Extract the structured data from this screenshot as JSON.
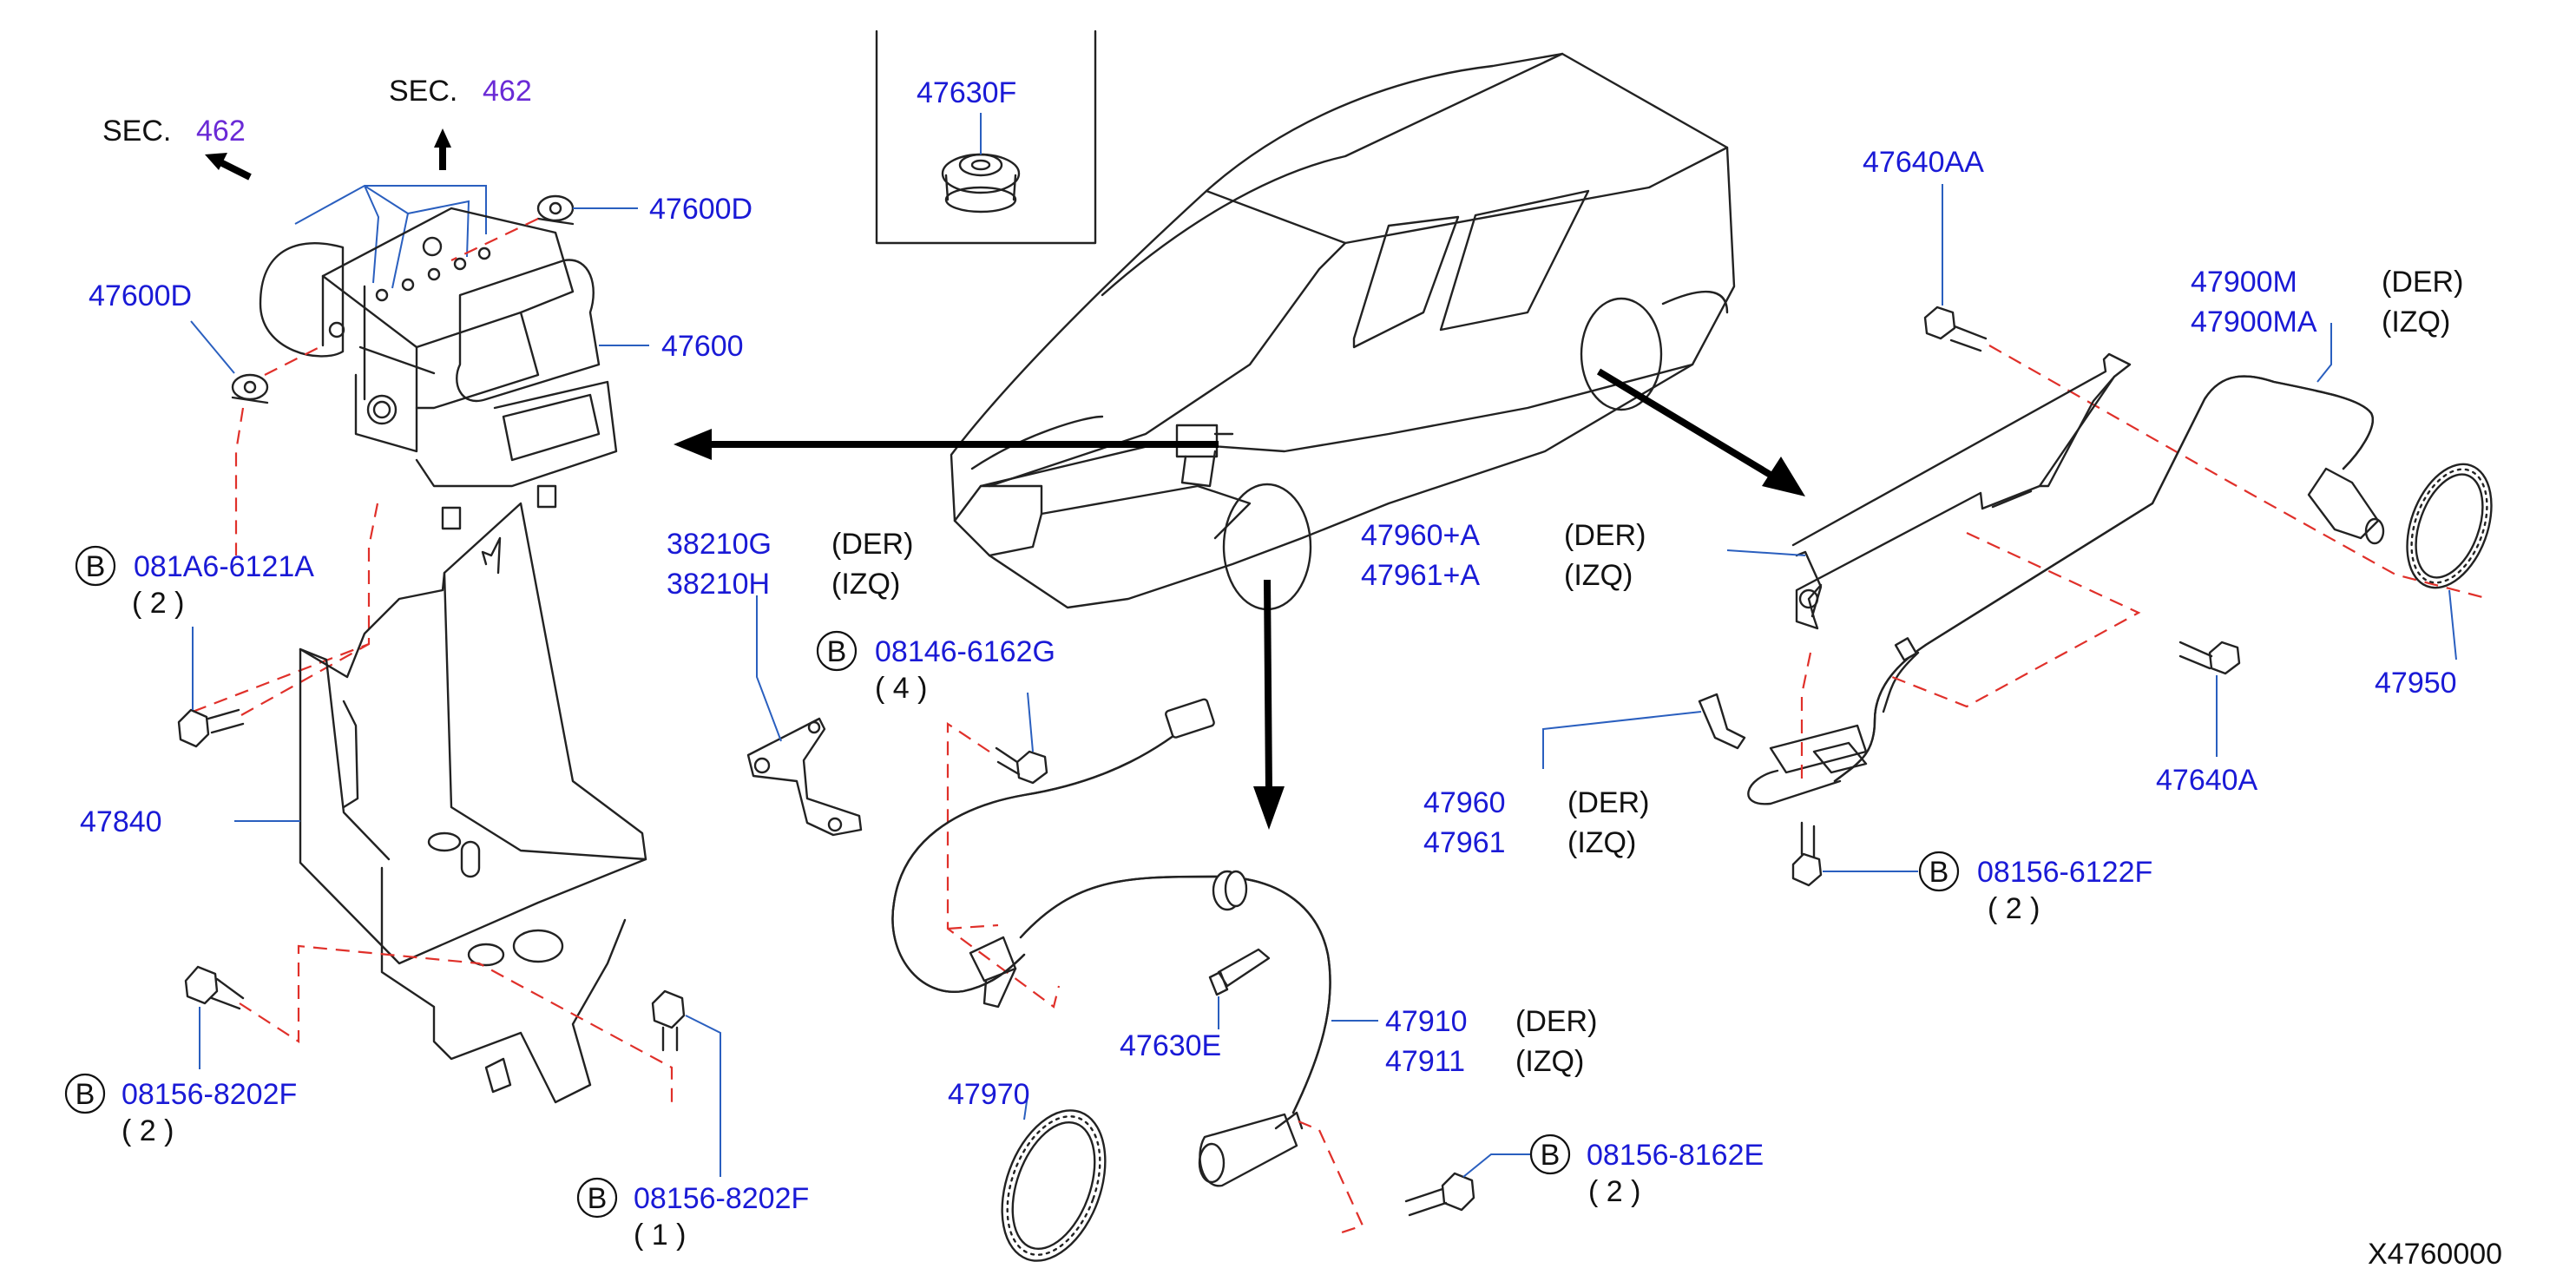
{
  "diagram_id": "X4760000",
  "sections": [
    {
      "prefix": "SEC.",
      "number": "462"
    },
    {
      "prefix": "SEC.",
      "number": "462"
    }
  ],
  "callouts": {
    "p47600D_top": {
      "part": "47600D"
    },
    "p47600D_left": {
      "part": "47600D"
    },
    "p47600": {
      "part": "47600"
    },
    "bolt_081A6": {
      "badge": "B",
      "part": "081A6-6121A",
      "qty": "( 2 )"
    },
    "p47840": {
      "part": "47840"
    },
    "bolt_8202F_left": {
      "badge": "B",
      "part": "08156-8202F",
      "qty": "( 2 )"
    },
    "bolt_8202F_bottom": {
      "badge": "B",
      "part": "08156-8202F",
      "qty": "( 1 )"
    },
    "p47630F": {
      "part": "47630F"
    },
    "p38210": {
      "part_a": "38210G",
      "side_a": "(DER)",
      "part_b": "38210H",
      "side_b": "(IZQ)"
    },
    "bolt_6162G": {
      "badge": "B",
      "part": "08146-6162G",
      "qty": "( 4 )"
    },
    "p47630E": {
      "part": "47630E"
    },
    "p47970": {
      "part": "47970"
    },
    "p47910": {
      "part_a": "47910",
      "side_a": "(DER)",
      "part_b": "47911",
      "side_b": "(IZQ)"
    },
    "bolt_8162E": {
      "badge": "B",
      "part": "08156-8162E",
      "qty": "( 2 )"
    },
    "p47640AA": {
      "part": "47640AA"
    },
    "p47900M": {
      "part_a": "47900M",
      "side_a": "(DER)",
      "part_b": "47900MA",
      "side_b": "(IZQ)"
    },
    "p47960A": {
      "part_a": "47960+A",
      "side_a": "(DER)",
      "part_b": "47961+A",
      "side_b": "(IZQ)"
    },
    "p47960": {
      "part_a": "47960",
      "side_a": "(DER)",
      "part_b": "47961",
      "side_b": "(IZQ)"
    },
    "p47640A": {
      "part": "47640A"
    },
    "p47950": {
      "part": "47950"
    },
    "bolt_6122F": {
      "badge": "B",
      "part": "08156-6122F",
      "qty": "( 2 )"
    }
  },
  "colors": {
    "part_number": "#1a1ad6",
    "section_ref": "#6a2ad6",
    "leader": "#2a5fbf",
    "dashed_ref": "#e0302a"
  }
}
